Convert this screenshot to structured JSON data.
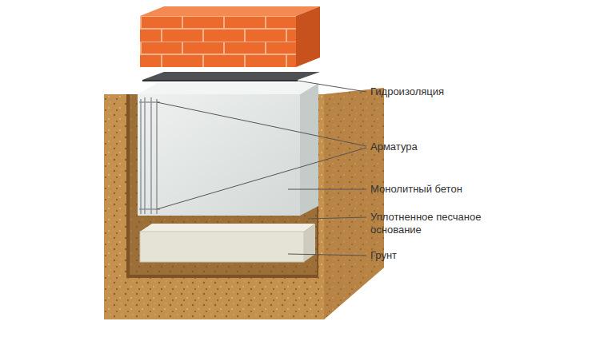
{
  "diagram": {
    "labels": [
      "Гидроизоляция",
      "Арматура",
      "Монолитный бетон",
      "Уплотненное песчаное основание",
      "Грунт"
    ]
  }
}
